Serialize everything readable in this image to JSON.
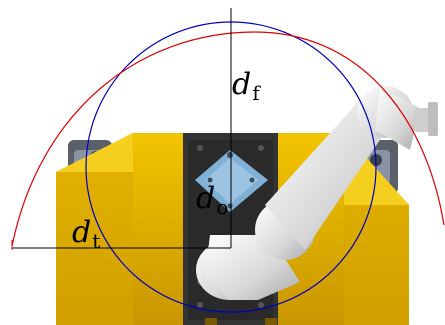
{
  "labels": {
    "d_f": {
      "main": "d",
      "sub": "f"
    },
    "d_o": {
      "main": "d",
      "sub": "o"
    },
    "d_t": {
      "main": "d",
      "sub": "t"
    }
  },
  "colors": {
    "red_arc": "#e00000",
    "blue_circle": "#0000c0",
    "bin_yellow": "#e8b800",
    "bin_shadow": "#c99600",
    "frame_dark": "#3a3a3a",
    "robot_white": "#eeeeee",
    "object_blue": "#7fb0d6"
  }
}
